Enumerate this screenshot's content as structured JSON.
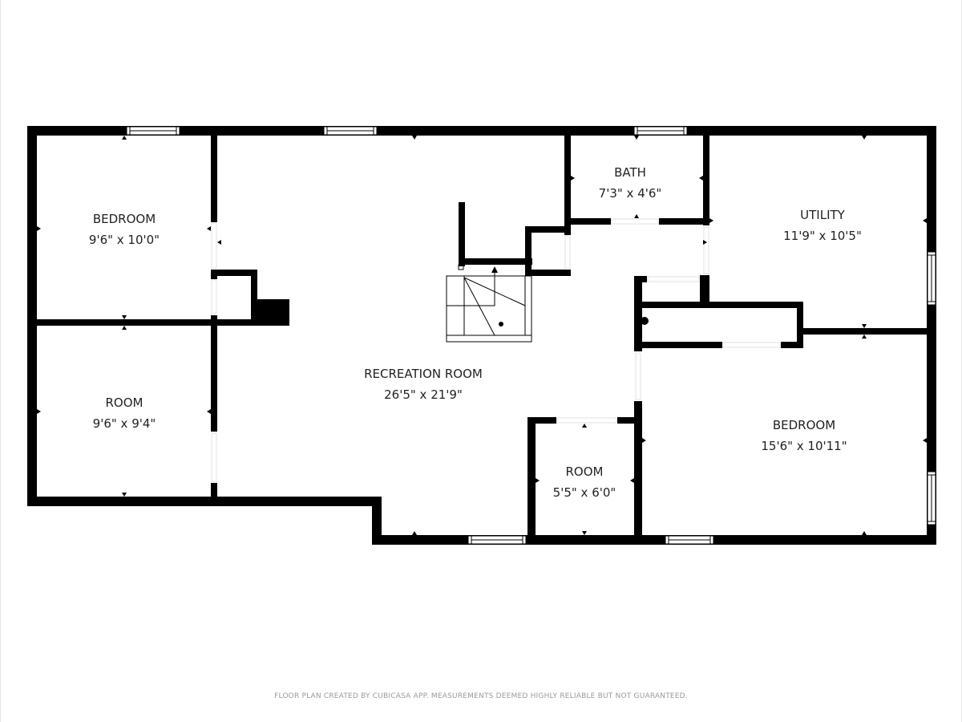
{
  "floor_plan": {
    "rooms": [
      {
        "id": "bedroom-1",
        "name": "BEDROOM",
        "dimensions": "9'6\" x 10'0\""
      },
      {
        "id": "room-1",
        "name": "ROOM",
        "dimensions": "9'6\" x 9'4\""
      },
      {
        "id": "recreation-room",
        "name": "RECREATION ROOM",
        "dimensions": "26'5\" x 21'9\""
      },
      {
        "id": "bath",
        "name": "BATH",
        "dimensions": "7'3\" x 4'6\""
      },
      {
        "id": "utility",
        "name": "UTILITY",
        "dimensions": "11'9\" x 10'5\""
      },
      {
        "id": "room-2",
        "name": "ROOM",
        "dimensions": "5'5\" x 6'0\""
      },
      {
        "id": "bedroom-2",
        "name": "BEDROOM",
        "dimensions": "15'6\" x 10'11\""
      }
    ],
    "colors": {
      "wall": "#000000",
      "background": "#ffffff",
      "footer_text": "#9a9a9a"
    }
  },
  "footer": {
    "disclaimer": "FLOOR PLAN CREATED BY CUBICASA APP. MEASUREMENTS DEEMED HIGHLY RELIABLE BUT NOT GUARANTEED."
  }
}
